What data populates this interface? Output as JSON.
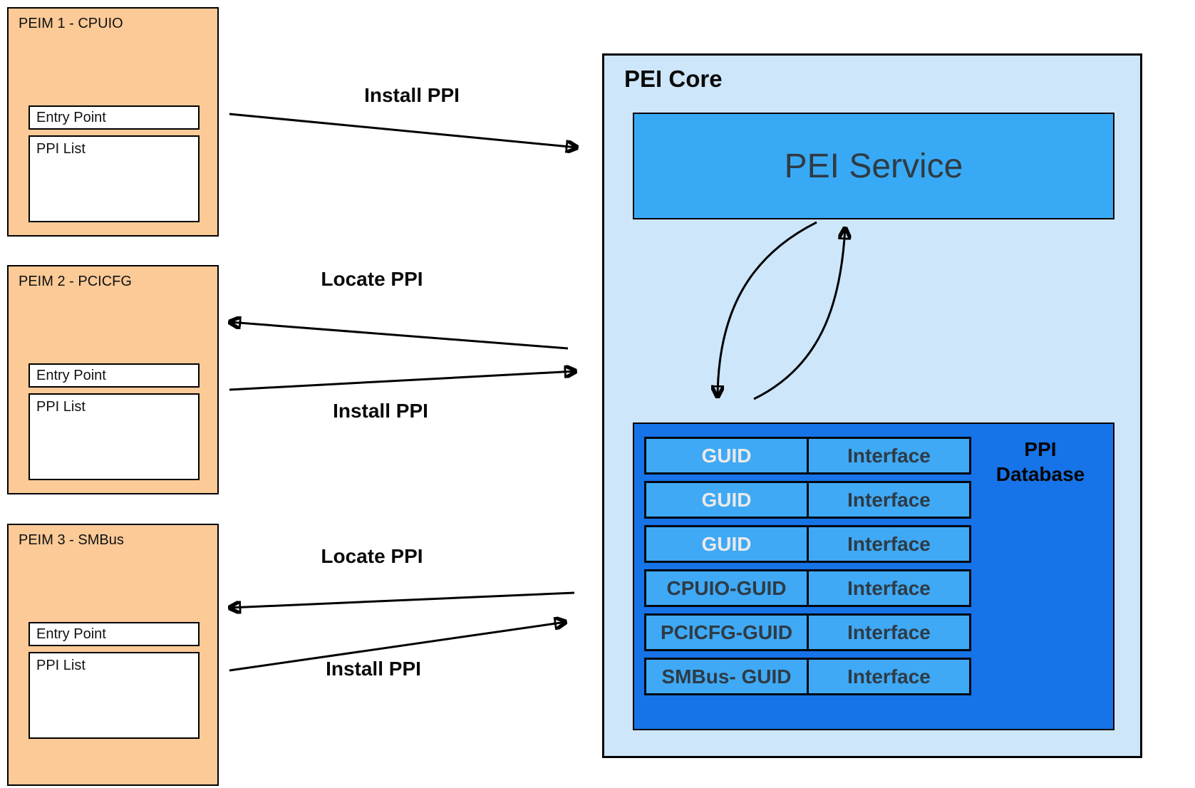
{
  "peims": [
    {
      "title": "PEIM 1 - CPUIO",
      "entry_point_label": "Entry Point",
      "ppi_list_label": "PPI List"
    },
    {
      "title": "PEIM 2 - PCICFG",
      "entry_point_label": "Entry Point",
      "ppi_list_label": "PPI List"
    },
    {
      "title": "PEIM 3 - SMBus",
      "entry_point_label": "Entry Point",
      "ppi_list_label": "PPI List"
    }
  ],
  "pei_core": {
    "title": "PEI Core",
    "service_label": "PEI Service",
    "database_label": "PPI Database",
    "rows": [
      {
        "guid": "GUID",
        "interface": "Interface"
      },
      {
        "guid": "GUID",
        "interface": "Interface"
      },
      {
        "guid": "GUID",
        "interface": "Interface"
      },
      {
        "guid": "CPUIO-GUID",
        "interface": "Interface"
      },
      {
        "guid": "PCICFG-GUID",
        "interface": "Interface"
      },
      {
        "guid": "SMBus- GUID",
        "interface": "Interface"
      }
    ]
  },
  "arrows": {
    "peim1_install": "Install PPI",
    "peim2_locate": "Locate PPI",
    "peim2_install": "Install PPI",
    "peim3_locate": "Locate PPI",
    "peim3_install": "Install PPI"
  },
  "colors": {
    "peim_fill": "#FBCA97",
    "core_fill": "#CDE6FA",
    "service_fill": "#38AAF5",
    "database_fill": "#1673E8",
    "cell_fill": "#3FA9F5",
    "stroke": "#000000"
  }
}
